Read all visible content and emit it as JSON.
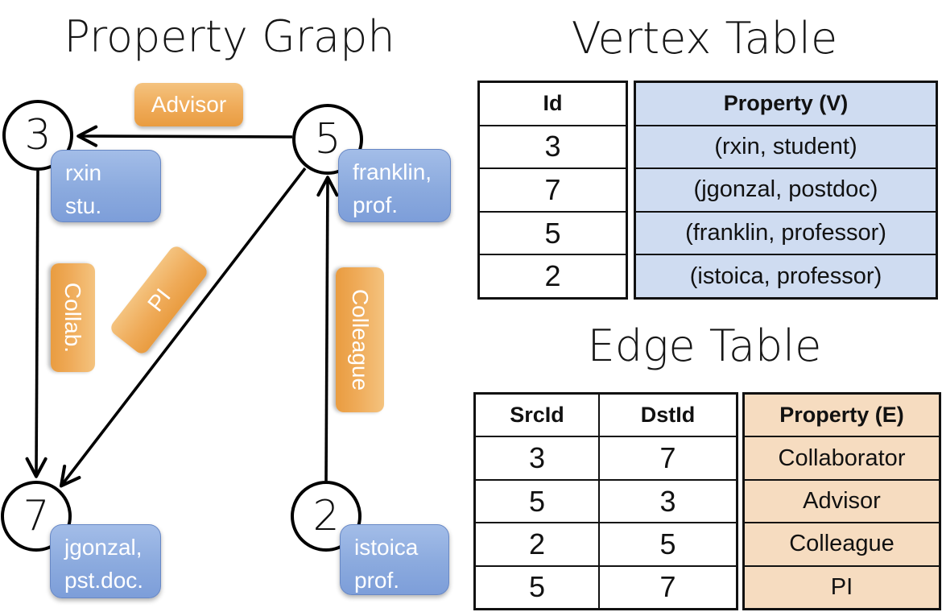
{
  "graph": {
    "title": "Property Graph",
    "nodes": [
      {
        "id": "3",
        "prop_line1": "rxin",
        "prop_line2": "stu."
      },
      {
        "id": "5",
        "prop_line1": "franklin,",
        "prop_line2": "prof."
      },
      {
        "id": "7",
        "prop_line1": "jgonzal,",
        "prop_line2": "pst.doc."
      },
      {
        "id": "2",
        "prop_line1": "istoica",
        "prop_line2": "prof."
      }
    ],
    "edges": [
      {
        "label": "Advisor",
        "src": "5",
        "dst": "3"
      },
      {
        "label": "Collab.",
        "src": "3",
        "dst": "7"
      },
      {
        "label": "PI",
        "src": "5",
        "dst": "7"
      },
      {
        "label": "Colleague",
        "src": "2",
        "dst": "5"
      }
    ]
  },
  "vertex_table": {
    "title": "Vertex Table",
    "columns": {
      "id": "Id",
      "property": "Property (V)"
    },
    "rows": [
      {
        "id": "3",
        "property": "(rxin, student)"
      },
      {
        "id": "7",
        "property": "(jgonzal, postdoc)"
      },
      {
        "id": "5",
        "property": "(franklin, professor)"
      },
      {
        "id": "2",
        "property": "(istoica, professor)"
      }
    ]
  },
  "edge_table": {
    "title": "Edge Table",
    "columns": {
      "src": "SrcId",
      "dst": "DstId",
      "property": "Property (E)"
    },
    "rows": [
      {
        "src": "3",
        "dst": "7",
        "property": "Collaborator"
      },
      {
        "src": "5",
        "dst": "3",
        "property": "Advisor"
      },
      {
        "src": "2",
        "dst": "5",
        "property": "Colleague"
      },
      {
        "src": "5",
        "dst": "7",
        "property": "PI"
      }
    ]
  },
  "colors": {
    "edge_label_orange": "#ED9E41",
    "vertex_property_blue": "#8BAADE",
    "vertex_table_fill": "#CFDCF1",
    "edge_table_fill": "#F6DCC0",
    "line_black": "#000000"
  }
}
